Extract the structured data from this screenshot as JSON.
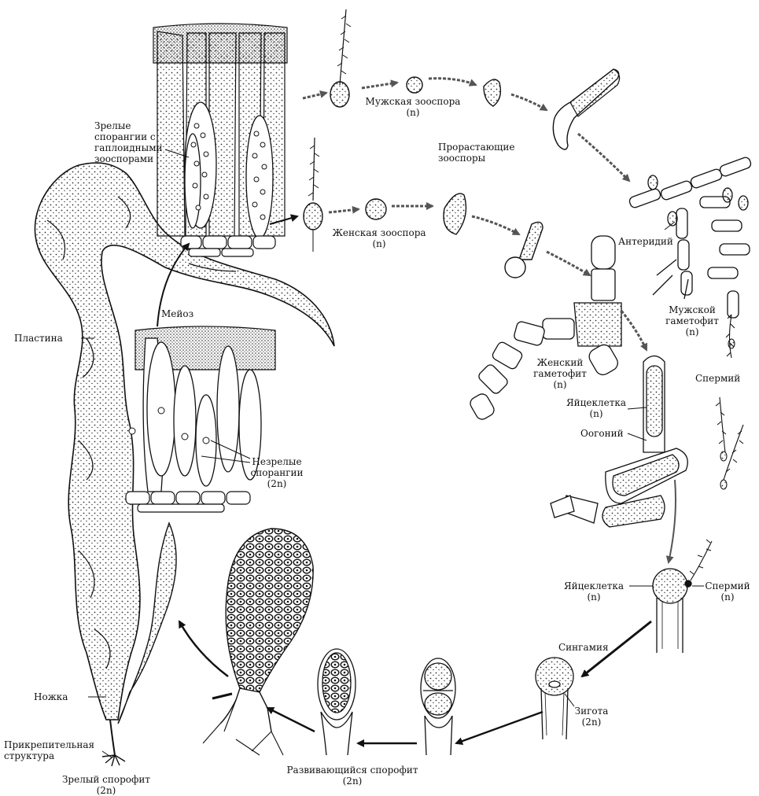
{
  "labels": {
    "mature_sporangia": [
      "Зрелые",
      "спорангии с",
      "гаплоидными",
      "зооспорами"
    ],
    "male_zoospore": "Мужская зооспора",
    "male_zoospore_ploidy": "(n)",
    "germinating_zoospores": [
      "Прорастающие",
      "зооспоры"
    ],
    "female_zoospore": "Женская зооспора",
    "female_zoospore_ploidy": "(n)",
    "antheridium": "Антеридий",
    "male_gametophyte": [
      "Мужской",
      "гаметофит"
    ],
    "male_gametophyte_ploidy": "(n)",
    "sperm_top": "Спермий",
    "meiosis": "Мейоз",
    "blade": "Пластина",
    "female_gametophyte": [
      "Женский",
      "гаметофит"
    ],
    "female_gametophyte_ploidy": "(n)",
    "egg_top": "Яйцеклетка",
    "egg_top_ploidy": "(n)",
    "oogonium": "Оогоний",
    "immature_sporangia": [
      "Незрелые",
      "спорангии"
    ],
    "immature_sporangia_ploidy": "(2n)",
    "egg_bottom": "Яйцеклетка",
    "egg_bottom_ploidy": "(n)",
    "sperm_bottom": "Спермий",
    "sperm_bottom_ploidy": "(n)",
    "syngamy": "Сингамия",
    "zygote": "Зигота",
    "zygote_ploidy": "(2n)",
    "stipe": "Ножка",
    "holdfast": [
      "Прикрепительная",
      "структура"
    ],
    "mature_sporophyte": "Зрелый спорофит",
    "mature_sporophyte_ploidy": "(2n)",
    "developing_sporophyte": "Развивающийся спорофит",
    "developing_sporophyte_ploidy": "(2n)"
  },
  "colors": {
    "ink": "#111111",
    "paper": "#ffffff",
    "stipple": "#333333"
  }
}
